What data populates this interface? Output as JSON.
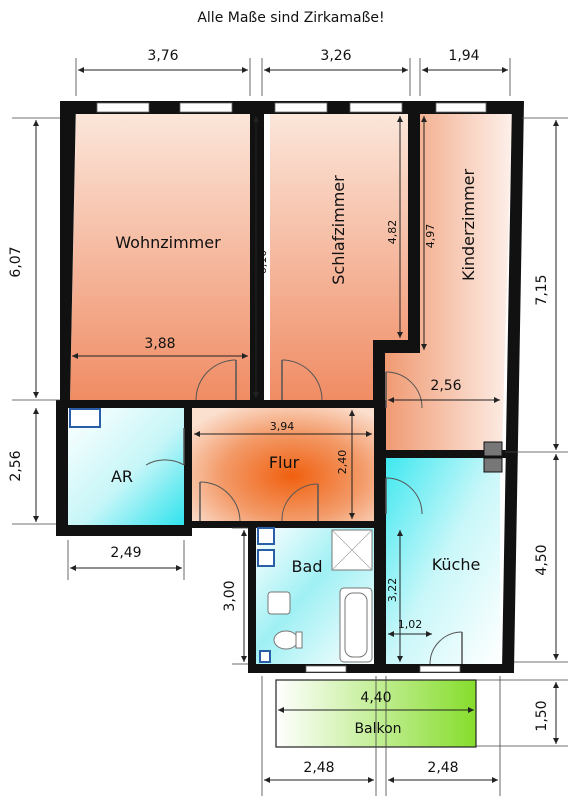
{
  "title": "Alle Maße sind Zirkamaße!",
  "rooms": {
    "wohnzimmer": "Wohnzimmer",
    "schlafzimmer": "Schlafzimmer",
    "kinderzimmer": "Kinderzimmer",
    "ar": "AR",
    "flur": "Flur",
    "bad": "Bad",
    "kueche": "Küche",
    "balkon": "Balkon"
  },
  "dimensions": {
    "top_wohnzimmer": "3,76",
    "top_schlafzimmer": "3,26",
    "top_kinderzimmer": "1,94",
    "left_wohnzimmer": "6,07",
    "left_ar": "2,56",
    "wohnzimmer_width": "3,88",
    "wohnzimmer_depth": "6,10",
    "schlafzimmer_depth": "4,82",
    "kinderzimmer_depth": "4,97",
    "kinderzimmer_width": "2,56",
    "right_kinderzimmer": "7,15",
    "right_kueche": "4,50",
    "right_balkon": "1,50",
    "flur_width": "3,94",
    "flur_depth": "2,40",
    "ar_width": "2,49",
    "bad_depth": "3,00",
    "kueche_depth": "3,22",
    "kueche_niche": "1,02",
    "balkon_width": "4,40",
    "bottom_bad": "2,48",
    "bottom_kueche": "2,48"
  },
  "colors": {
    "living_grad_top": "#fbe3d6",
    "living_grad_bottom": "#f08b63",
    "wet_grad_light": "#ffffff",
    "wet_grad_cyan": "#3fe6f0",
    "balkon_grad": "#8fe03a",
    "flur_center": "#f06a1a",
    "wall": "#111111"
  }
}
